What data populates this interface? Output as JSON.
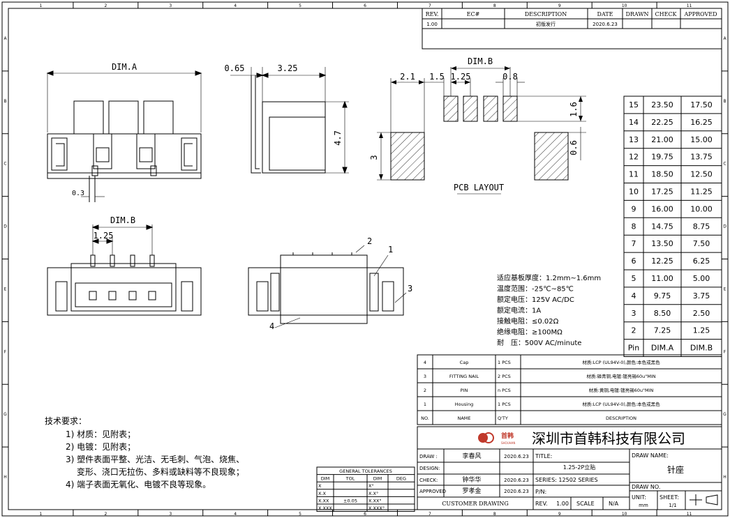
{
  "border": {
    "col_labels": [
      "1",
      "2",
      "3",
      "4",
      "5",
      "6",
      "7",
      "8",
      "9",
      "10",
      "11"
    ],
    "row_labels": [
      "A",
      "B",
      "C",
      "D",
      "E",
      "F",
      "G",
      "H"
    ]
  },
  "revision": {
    "headers": [
      "REV.",
      "EC#",
      "DESCRIPTION",
      "DATE",
      "DRAWN",
      "CHECK",
      "APPROVED"
    ],
    "row": {
      "rev": "1.00",
      "ec": "",
      "description": "初版发行",
      "date": "2020.6.23",
      "drawn": "",
      "check": "",
      "approved": ""
    }
  },
  "dims": {
    "front_width": "DIM.A",
    "side_offset": "0.65",
    "side_depth": "3.25",
    "side_height": "4.7",
    "pin_offset": "0.3",
    "top_pitch_label": "DIM.B",
    "top_pitch": "1.25",
    "pcb_dimb": "DIM.B",
    "pcb_21": "2.1",
    "pcb_15": "1.5",
    "pcb_125": "1.25",
    "pcb_08": "0.8",
    "pcb_16": "1.6",
    "pcb_3": "3",
    "pcb_06": "0.6",
    "pcb_title": "PCB LAYOUT"
  },
  "balloons": [
    "1",
    "2",
    "3",
    "4"
  ],
  "dim_table": {
    "headers": [
      "Pin",
      "DIM.A",
      "DIM.B"
    ],
    "rows": [
      [
        "15",
        "23.50",
        "17.50"
      ],
      [
        "14",
        "22.25",
        "16.25"
      ],
      [
        "13",
        "21.00",
        "15.00"
      ],
      [
        "12",
        "19.75",
        "13.75"
      ],
      [
        "11",
        "18.50",
        "12.50"
      ],
      [
        "10",
        "17.25",
        "11.25"
      ],
      [
        "9",
        "16.00",
        "10.00"
      ],
      [
        "8",
        "14.75",
        "8.75"
      ],
      [
        "7",
        "13.50",
        "7.50"
      ],
      [
        "6",
        "12.25",
        "6.25"
      ],
      [
        "5",
        "11.00",
        "5.00"
      ],
      [
        "4",
        "9.75",
        "3.75"
      ],
      [
        "3",
        "8.50",
        "2.50"
      ],
      [
        "2",
        "7.25",
        "1.25"
      ]
    ]
  },
  "specs": [
    "适应基板厚度：1.2mm~1.6mm",
    "温度范围：-25℃~85℃",
    "额定电压：125V AC/DC",
    "额定电流：1A",
    "接触电阻：≤0.02Ω",
    "绝缘电阻：≥100MΩ",
    "耐　压：500V AC/minute"
  ],
  "bom": {
    "rows": [
      [
        "4",
        "Cap",
        "1 PCS",
        "材质:LCP (UL94V-0),颜色:本色或黑色"
      ],
      [
        "3",
        "FITTING NAIL",
        "2 PCS",
        "材质:磷青铜,电镀:镀亮锡60u\"MIN"
      ],
      [
        "2",
        "PIN",
        "n PCS",
        "材质:黄铜,电镀:镀亮锡60u\"MIN"
      ],
      [
        "1",
        "Housing",
        "1 PCS",
        "材质:LCP (UL94V-0),颜色:本色或黑色"
      ]
    ],
    "header": [
      "NO.",
      "NAME",
      "Q'TY",
      "DESCRIPTION"
    ]
  },
  "notes": {
    "title": "技术要求：",
    "items": [
      "1) 材质：见附表；",
      "2) 电镀：见附表；",
      "3) 塑件表面平整、光洁、无毛刺、气泡、烧焦、",
      "　 变形、浇口无拉伤、多料或缺料等不良现象；",
      "4) 端子表面无氧化、电镀不良等现象。"
    ]
  },
  "tolerances": {
    "title": "GENERAL TOLERANCES",
    "headers": [
      "DIM",
      "TOL",
      "DIM",
      "DEG"
    ],
    "rows": [
      [
        "X",
        "",
        "X°",
        ""
      ],
      [
        "X.X",
        "",
        "X.X°",
        ""
      ],
      [
        "X.XX",
        "±0.05",
        "X.XX°",
        ""
      ],
      [
        "X.XXX",
        "",
        "X.XXX°",
        ""
      ]
    ]
  },
  "title_block": {
    "logo_text": "首韩",
    "logo_sub": "SHOUHAN",
    "company": "深圳市首韩科技有限公司",
    "draw_label": "DRAW :",
    "draw_name": "李春风",
    "draw_date": "2020.6.23",
    "design_label": "DESIGN:",
    "check_label": "CHECK:",
    "check_name": "钟华华",
    "check_date": "2020.6.23",
    "approved_label": "APPROVED",
    "approved_name": "罗孝金",
    "approved_date": "2020.6.23",
    "customer": "CUSTOMER DRAWING",
    "title_label": "TITLE:",
    "title_value": "1.25-2P立贴",
    "series": "SERIES: 12502 SERIES",
    "pn": "P/N:",
    "rev": "REV.",
    "rev_value": "1.00",
    "scale": "SCALE",
    "scale_value": "N/A",
    "draw_name_label": "DRAW NAME:",
    "draw_name_value": "针座",
    "draw_no": "DRAW NO.",
    "unit": "UNIT:",
    "unit_value": "mm",
    "sheet": "SHEET:",
    "sheet_value": "1/1"
  }
}
